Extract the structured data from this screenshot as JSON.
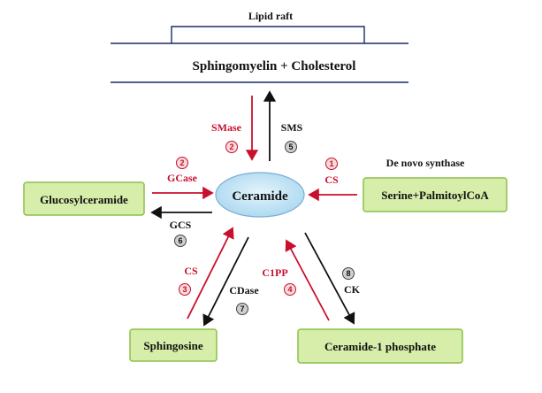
{
  "raft": {
    "title": "Lipid raft",
    "membrane_label": "Sphingomyelin + Cholesterol"
  },
  "center": {
    "label": "Ceramide"
  },
  "boxes": {
    "glucosylceramide": "Glucosylceramide",
    "serine": "Serine+PalmitoylCoA",
    "sphingosine": "Sphingosine",
    "c1p": "Ceramide-1 phosphate"
  },
  "de_novo_label": "De novo synthase",
  "enzymes": {
    "smase": {
      "label": "SMase",
      "num": "2"
    },
    "sms": {
      "label": "SMS",
      "num": "5"
    },
    "gcase": {
      "label": "GCase",
      "num": "2"
    },
    "cs_denovo": {
      "label": "CS",
      "num": "1"
    },
    "gcs": {
      "label": "GCS",
      "num": "6"
    },
    "cs_sph": {
      "label": "CS",
      "num": "3"
    },
    "cdase": {
      "label": "CDase",
      "num": "7"
    },
    "c1pp": {
      "label": "C1PP",
      "num": "4"
    },
    "ck": {
      "label": "CK",
      "num": "8"
    }
  },
  "colors": {
    "red": "#c8102e",
    "black": "#111111",
    "box_fill": "#d6eeaa",
    "box_stroke": "#8cbf4a",
    "ellipse_fill": "#bfe3f5",
    "ellipse_stroke": "#7aaed6",
    "line_navy": "#1a2a6c"
  }
}
